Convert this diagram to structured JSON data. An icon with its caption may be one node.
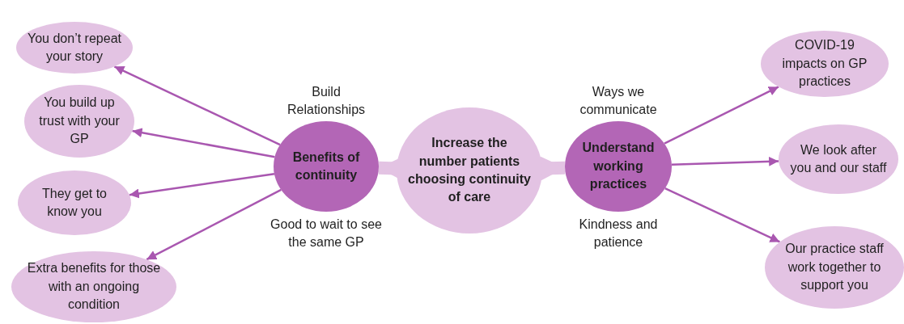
{
  "diagram": {
    "nodes": [
      {
        "text": [
          "Increase the number patients choosing continuity of care"
        ]
      },
      {
        "text": [
          "Benefits of continuity"
        ],
        "beside": [
          "Build Relationships",
          "Good to wait to see the same GP"
        ]
      },
      {
        "text": [
          "Understand working practices"
        ],
        "beside": [
          "Ways we communicate",
          "Kindness and patience"
        ]
      },
      {
        "text": [
          "You don’t repeat your story"
        ]
      },
      {
        "text": [
          "You build up trust with your GP"
        ]
      },
      {
        "text": [
          "They get to know you"
        ]
      },
      {
        "text": [
          "Extra benefits for those with an ongoing condition"
        ]
      },
      {
        "text": [
          "COVID-19 impacts on GP practices"
        ]
      },
      {
        "text": [
          "We look after you and our staff"
        ]
      },
      {
        "text": [
          "Our practice staff work together to support you"
        ]
      }
    ],
    "edges": [
      {
        "from": 0,
        "to": 1,
        "arrow": "to",
        "style": "thick",
        "color": "#e3c3e3"
      },
      {
        "from": 0,
        "to": 2,
        "arrow": "to",
        "style": "thick",
        "color": "#e3c3e3"
      },
      {
        "from": 1,
        "to": 3,
        "arrow": "to"
      },
      {
        "from": 1,
        "to": 4,
        "arrow": "to"
      },
      {
        "from": 1,
        "to": 5,
        "arrow": "to"
      },
      {
        "from": 1,
        "to": 6,
        "arrow": "to"
      },
      {
        "from": 2,
        "to": 7,
        "arrow": "to"
      },
      {
        "from": 2,
        "to": 8,
        "arrow": "to"
      },
      {
        "from": 2,
        "to": 9,
        "arrow": "to"
      }
    ]
  }
}
